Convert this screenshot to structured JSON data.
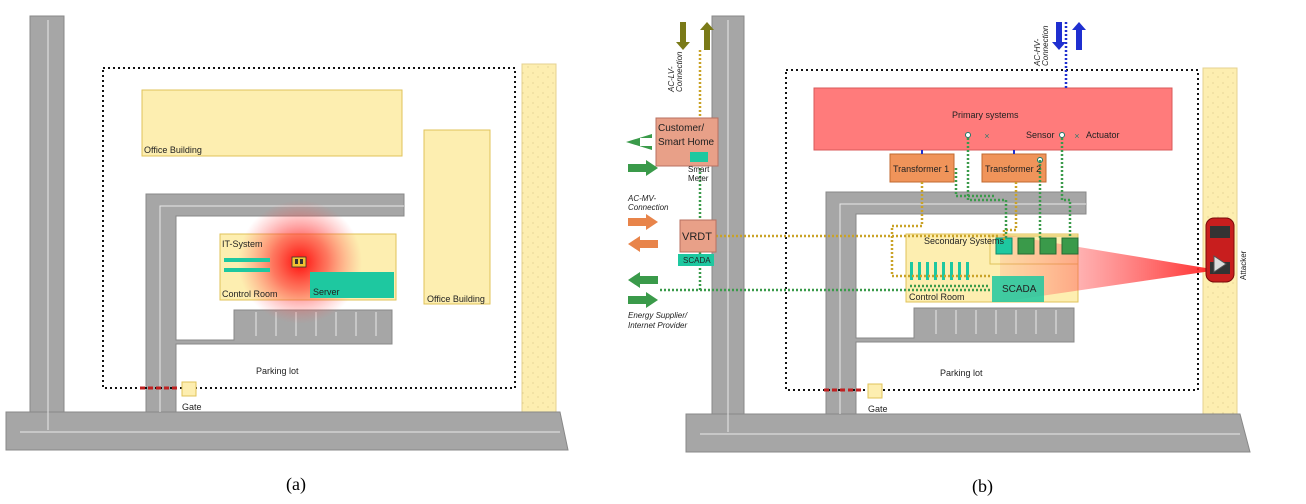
{
  "panel_a": {
    "caption": "(a)",
    "office_building_1": "Office Building",
    "office_building_2": "Office Building",
    "it_system": "IT-System",
    "control_room": "Control Room",
    "server": "Server",
    "parking_lot": "Parking lot",
    "gate": "Gate"
  },
  "panel_b": {
    "caption": "(b)",
    "ac_lv_connection": [
      "AC-LV-",
      "Connection"
    ],
    "ac_hv_connection": [
      "AC-HV-",
      "Connection"
    ],
    "customer_smart_home": [
      "Customer/",
      "Smart Home"
    ],
    "smart_meter": [
      "Smart",
      "Meter"
    ],
    "ac_mv_connection": [
      "AC-MV-",
      "Connection"
    ],
    "vrdt": "VRDT",
    "scada_small": "SCADA",
    "energy_supplier": [
      "Energy Supplier/",
      "Internet Provider"
    ],
    "primary_systems": "Primary systems",
    "sensor": "Sensor",
    "actuator": "Actuator",
    "transformer_1": "Transformer 1",
    "transformer_2": "Transformer 2",
    "secondary_systems": "Secondary Systems",
    "control_room": "Control Room",
    "scada": "SCADA",
    "attacker": "Attacker",
    "parking_lot": "Parking lot",
    "gate": "Gate"
  },
  "colors": {
    "road": "#a6a6a6",
    "building": "#fdeeb0",
    "building_border": "#e0c35a",
    "teal": "#1ec8a0",
    "primary": "#ff7b7b",
    "transformer": "#f0945a",
    "customer": "#e8a088",
    "green_link": "#3a9a4a",
    "gold_link": "#c9a227",
    "blue_link": "#1f2fd0",
    "olive_arrow": "#7a7a18",
    "orange_arrow": "#e8844a"
  }
}
